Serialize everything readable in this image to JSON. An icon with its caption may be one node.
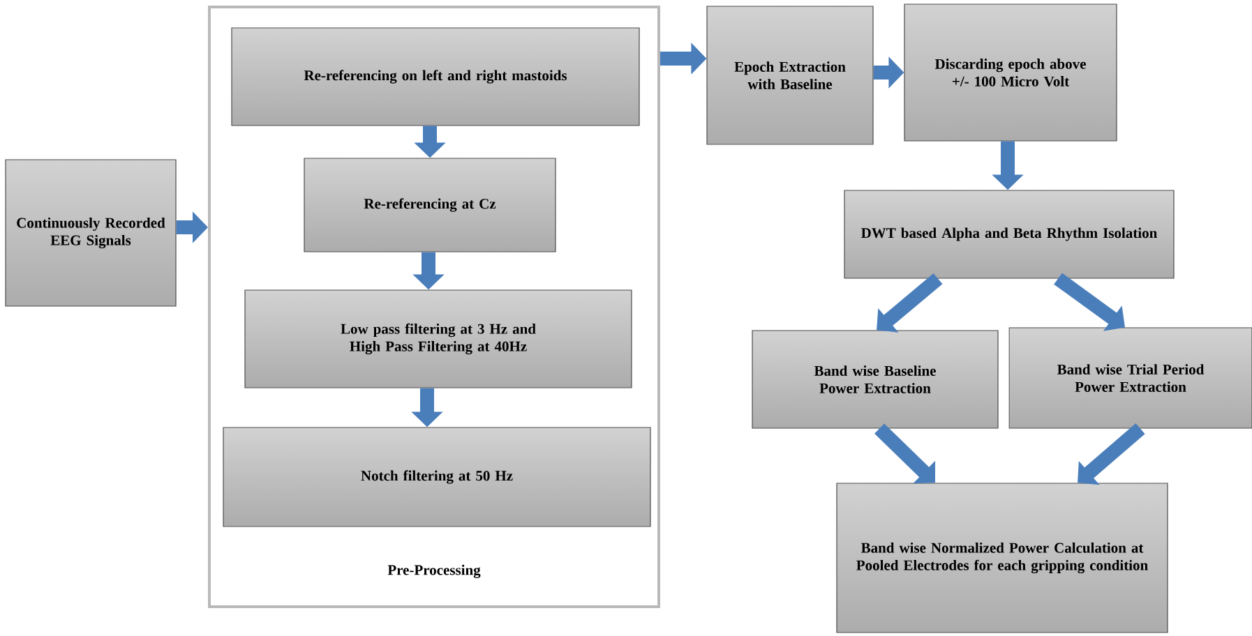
{
  "diagram": {
    "nodes": [
      {
        "text": [
          "Continuously Recorded EEG Signals"
        ]
      },
      {
        "text": [
          "Pre-Processing"
        ]
      },
      {
        "text": [
          "Re-referencing on left and right mastoids"
        ],
        "in": 1
      },
      {
        "text": [
          "Re-referencing at Cz"
        ],
        "in": 1
      },
      {
        "text": [
          "Low pass filtering at 3 Hz and High Pass Filtering at 40Hz"
        ],
        "in": 1
      },
      {
        "text": [
          "Notch filtering at 50 Hz"
        ],
        "in": 1
      },
      {
        "text": [
          "Epoch Extraction with Baseline"
        ]
      },
      {
        "text": [
          "Discarding epoch above +/- 100 Micro Volt"
        ]
      },
      {
        "text": [
          "DWT based Alpha and Beta Rhythm Isolation"
        ]
      },
      {
        "text": [
          "Band wise Baseline Power Extraction"
        ]
      },
      {
        "text": [
          "Band wise Trial Period Power Extraction"
        ]
      },
      {
        "text": [
          "Band wise Normalized Power Calculation at Pooled Electrodes for each gripping condition"
        ]
      }
    ],
    "edges": [
      {
        "from": 0,
        "to": 1,
        "arrow": "to"
      },
      {
        "from": 2,
        "to": 3,
        "arrow": "to"
      },
      {
        "from": 3,
        "to": 4,
        "arrow": "to"
      },
      {
        "from": 4,
        "to": 5,
        "arrow": "to"
      },
      {
        "from": 1,
        "to": 6,
        "arrow": "to"
      },
      {
        "from": 6,
        "to": 7,
        "arrow": "to"
      },
      {
        "from": 7,
        "to": 8,
        "arrow": "to"
      },
      {
        "from": 8,
        "to": 9,
        "arrow": "to"
      },
      {
        "from": 8,
        "to": 10,
        "arrow": "to"
      },
      {
        "from": 9,
        "to": 11,
        "arrow": "to"
      },
      {
        "from": 10,
        "to": 11,
        "arrow": "to"
      }
    ]
  }
}
